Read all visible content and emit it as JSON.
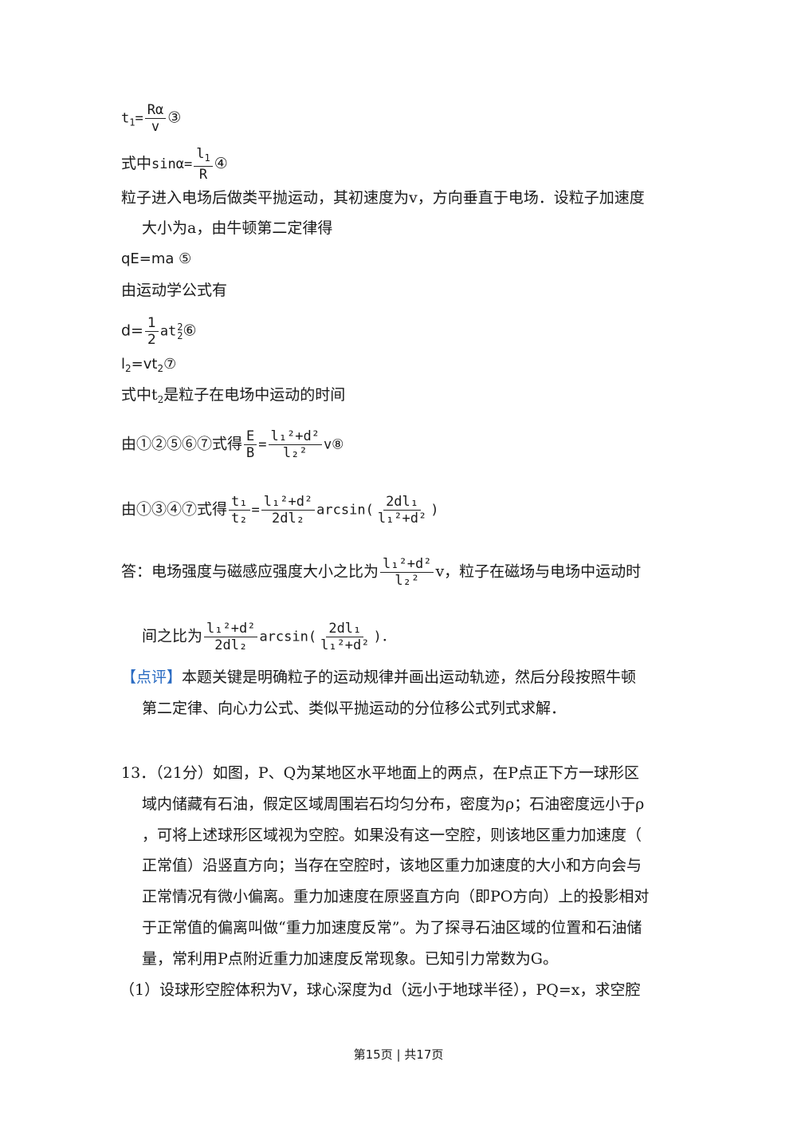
{
  "eq3": {
    "lhs": "t",
    "lhs_sub": "1",
    "eq": "=",
    "num": "Rα",
    "den": "v",
    "tag": "③"
  },
  "eq4": {
    "pre": "式中",
    "fn": "sinα",
    "eq": "=",
    "num_base": "l",
    "num_sub": "1",
    "den": "R",
    "tag": "④"
  },
  "para1": {
    "line1": "粒子进入电场后做类平抛运动，其初速度为v，方向垂直于电场．设粒子加速度",
    "line2": "大小为a，由牛顿第二定律得"
  },
  "eq5": "qE=ma ⑤",
  "kinematics": "由运动学公式有",
  "eq6": {
    "lhs": "d=",
    "num": "1",
    "den": "2",
    "body": "at",
    "sup": "2",
    "sub": "2",
    "tag": "⑥"
  },
  "eq7": {
    "l": "l",
    "l_sub": "2",
    "mid": "=vt",
    "t_sub": "2",
    "tag": "⑦"
  },
  "where_t2": {
    "pre": "式中t",
    "sub": "2",
    "post": "是粒子在电场中运动的时间"
  },
  "eq8": {
    "pre": "由①②⑤⑥⑦式得",
    "lhs_num": "E",
    "lhs_den": "B",
    "eq": "=",
    "num": "l₁²+d²",
    "den": "l₂²",
    "post": "v⑧"
  },
  "eq9": {
    "pre": "由①③④⑦式得",
    "lhs_num": "t₁",
    "lhs_den": "t₂",
    "eq": "=",
    "num": "l₁²+d²",
    "den": "2dl₂",
    "fn": "arcsin(",
    "inner_num": "2dl₁",
    "inner_den": "l₁²+d²",
    "close": ")"
  },
  "answer": {
    "pre": "答：电场强度与磁感应强度大小之比为",
    "num": "l₁²+d²",
    "den": "l₂²",
    "mid": "v，粒子在磁场与电场中运动时",
    "line2_pre": "间之比为",
    "num2": "l₁²+d²",
    "den2": "2dl₂",
    "fn": "arcsin(",
    "inner_num": "2dl₁",
    "inner_den": "l₁²+d²",
    "close": ")．"
  },
  "comment": {
    "tag": "【点评】",
    "line1": "本题关键是明确粒子的运动规律并画出运动轨迹，然后分段按照牛顿",
    "line2": "第二定律、向心力公式、类似平抛运动的分位移公式列式求解．"
  },
  "q13": {
    "line1": "13．（21分）如图，P、Q为某地区水平地面上的两点，在P点正下方一球形区",
    "line2": "域内储藏有石油，假定区域周围岩石均匀分布，密度为ρ；石油密度远小于ρ",
    "line3": "，可将上述球形区域视为空腔。如果没有这一空腔，则该地区重力加速度（",
    "line4": "正常值）沿竖直方向；当存在空腔时，该地区重力加速度的大小和方向会与",
    "line5": "正常情况有微小偏离。重力加速度在原竖直方向（即PO方向）上的投影相对",
    "line6": "于正常值的偏离叫做“重力加速度反常”。为了探寻石油区域的位置和石油储",
    "line7": "量，常利用P点附近重力加速度反常现象。已知引力常数为G。",
    "sub1": "（1）设球形空腔体积为V，球心深度为d（远小于地球半径），PQ=x，求空腔"
  },
  "footer": "第15页 | 共17页"
}
